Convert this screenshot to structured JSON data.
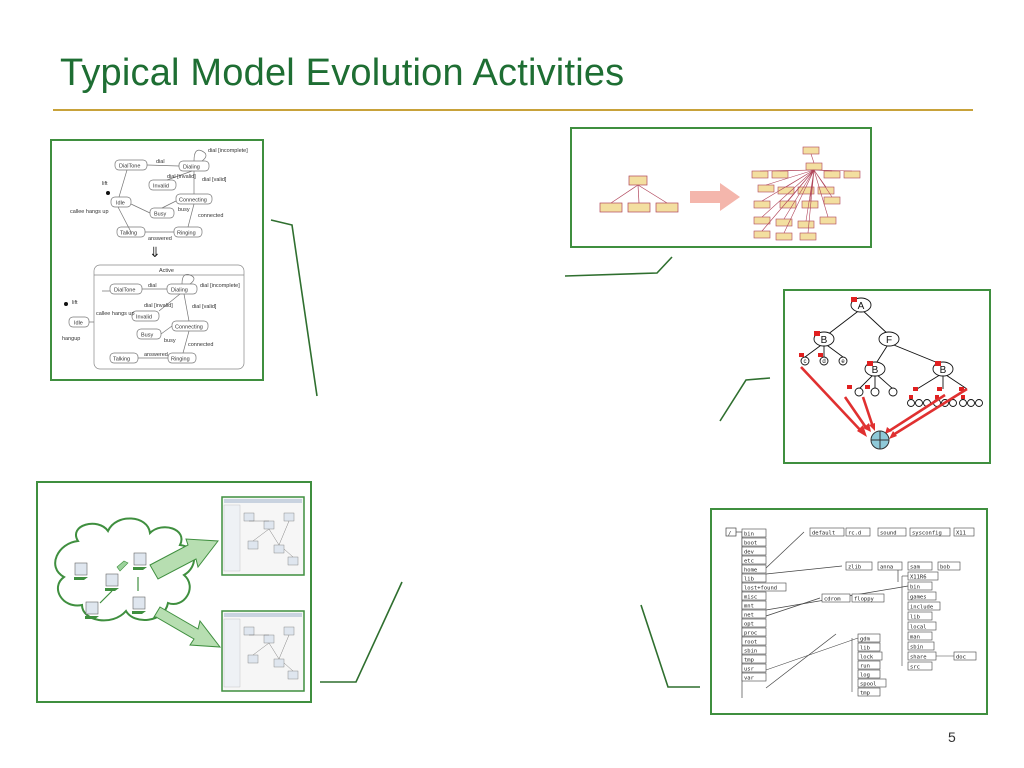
{
  "slide": {
    "title": "Typical Model Evolution Activities",
    "page_number": "5"
  },
  "state_machine": {
    "states": [
      "DialTone",
      "Dialing",
      "Invalid",
      "Idle",
      "Busy",
      "Connecting",
      "Talking",
      "Ringing"
    ],
    "transitions": [
      "dial",
      "dial [incomplete]",
      "dial [invalid]",
      "dial [valid]",
      "busy",
      "connected",
      "answered",
      "lift",
      "callee hangs up",
      "hangup"
    ],
    "composite_label": "Active",
    "refactor_arrow": "⇓"
  },
  "feature_tree": {
    "nodes": [
      "A",
      "B",
      "F",
      "B",
      "B",
      "c",
      "d",
      "e"
    ]
  },
  "directory_tree": {
    "root": "/",
    "col1": [
      "bin",
      "boot",
      "dev",
      "etc",
      "home",
      "lib",
      "lost+found",
      "misc",
      "mnt",
      "net",
      "opt",
      "proc",
      "root",
      "sbin",
      "tmp",
      "usr",
      "var"
    ],
    "etc_children": [
      "default",
      "rc.d",
      "sound",
      "sysconfig",
      "X11"
    ],
    "home_children": [
      "zlib",
      "anna",
      "sam",
      "bob"
    ],
    "mnt_children": [
      "cdrom",
      "floppy"
    ],
    "usr_children": [
      "X11R6",
      "bin",
      "games",
      "include",
      "lib",
      "local",
      "man",
      "sbin",
      "share",
      "src"
    ],
    "share_children": [
      "doc"
    ],
    "var_children": [
      "gdm",
      "lib",
      "lock",
      "run",
      "log",
      "spool",
      "tmp"
    ]
  },
  "colors": {
    "title": "#1e6e33",
    "rule": "#c8a23a",
    "panel_border": "#3f8f3f",
    "connector": "#2f6f2f",
    "red_arrow": "#e03030",
    "class_box": "#f3dfa0"
  }
}
